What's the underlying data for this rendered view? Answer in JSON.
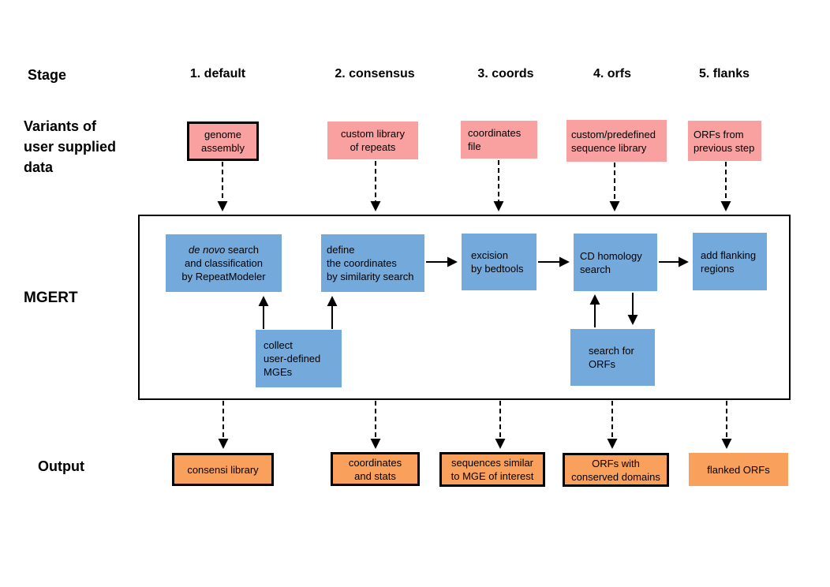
{
  "labels": {
    "stage": "Stage",
    "variants": "Variants of\nuser supplied\ndata",
    "mgert": "MGERT",
    "output": "Output"
  },
  "stages": [
    "1. default",
    "2. consensus",
    "3. coords",
    "4. orfs",
    "5. flanks"
  ],
  "inputs": [
    {
      "label": "genome\nassembly"
    },
    {
      "label": "custom library\nof repeats"
    },
    {
      "label": "coordinates\nfile"
    },
    {
      "label": "custom/predefined\nsequence library"
    },
    {
      "label": "ORFs from\nprevious step"
    }
  ],
  "process": {
    "denovo_italic": "de novo",
    "denovo_rest": " search\nand classification\nby RepeatModeler",
    "define": "define\nthe coordinates\nby similarity search",
    "excision": "excision\nby bedtools",
    "cd_homology": "CD homology\nsearch",
    "add_flanking": "add flanking\nregions",
    "collect": "collect\nuser-defined\nMGEs",
    "search_orfs": "search for\nORFs"
  },
  "outputs": [
    {
      "label": "consensi library"
    },
    {
      "label": "coordinates\nand stats"
    },
    {
      "label": "sequences similar\nto MGE of interest"
    },
    {
      "label": "ORFs with\nconserved domains"
    },
    {
      "label": "flanked ORFs"
    }
  ],
  "colors": {
    "input": "#f9a0a0",
    "process": "#74a9dc",
    "output": "#f9a15c"
  }
}
